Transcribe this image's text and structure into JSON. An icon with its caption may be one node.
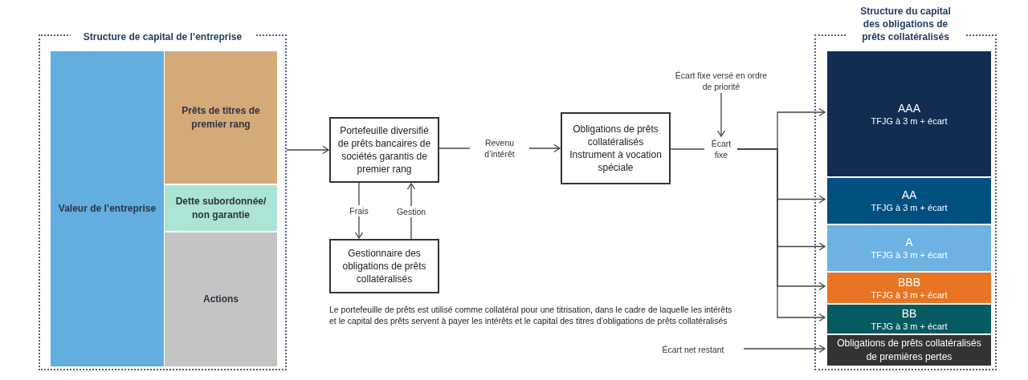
{
  "diagram": {
    "nodes": [
      {
        "text": [
          "Structure de capital de l’entreprise"
        ]
      },
      {
        "text": [
          "Valeur de l’entreprise"
        ],
        "in": 0
      },
      {
        "text": [
          "Prêts de titres de premier rang"
        ],
        "in": 0
      },
      {
        "text": [
          "Dette subordonnée/ non garantie"
        ],
        "in": 0
      },
      {
        "text": [
          "Actions"
        ],
        "in": 0
      },
      {
        "text": [
          "Portefeuille diversifié de prêts bancaires de sociétés garantis de premier rang"
        ]
      },
      {
        "text": [
          "Gestionnaire des obligations de prêts collatéralisés"
        ]
      },
      {
        "text": [
          "Obligations de prêts collatéralisés Instrument à vocation spéciale"
        ]
      },
      {
        "text": [
          "Écart fixe"
        ]
      },
      {
        "text": [
          "Écart fixe versé en ordre de priorité"
        ]
      },
      {
        "text": [
          "Structure du capital des obligations de prêts collatéralisés"
        ]
      },
      {
        "text": [
          "AAA",
          "TFJG à 3 m + écart"
        ],
        "in": 10
      },
      {
        "text": [
          "AA",
          "TFJG à 3 m + écart"
        ],
        "in": 10
      },
      {
        "text": [
          "A",
          "TFJG à 3 m + écart"
        ],
        "in": 10
      },
      {
        "text": [
          "BBB",
          "TFJG à 3 m + écart"
        ],
        "in": 10
      },
      {
        "text": [
          "BB",
          "TFJG à 3 m + écart"
        ],
        "in": 10
      },
      {
        "text": [
          "Obligations de prêts collatéralisés de premières pertes"
        ],
        "in": 10
      },
      {
        "text": [
          "Écart net restant"
        ]
      }
    ],
    "edges": [
      {
        "from": 0,
        "to": 5,
        "arrow": "to"
      },
      {
        "from": 5,
        "to": 7,
        "arrow": "to",
        "label": "Revenu d’intérêt"
      },
      {
        "from": 5,
        "to": 6,
        "arrow": "to",
        "label": "Frais"
      },
      {
        "from": 6,
        "to": 5,
        "arrow": "to",
        "label": "Gestion"
      },
      {
        "from": 7,
        "to": 8,
        "arrow": "none"
      },
      {
        "from": 9,
        "to": 8,
        "arrow": "to"
      },
      {
        "from": 8,
        "to": 11,
        "arrow": "to"
      },
      {
        "from": 8,
        "to": 12,
        "arrow": "to"
      },
      {
        "from": 8,
        "to": 13,
        "arrow": "to"
      },
      {
        "from": 8,
        "to": 14,
        "arrow": "to"
      },
      {
        "from": 8,
        "to": 15,
        "arrow": "to"
      },
      {
        "from": 17,
        "to": 16,
        "arrow": "to"
      }
    ],
    "labels": [
      "Le portefeuille de prêts est utilisé comme collatéral pour une titrisation, dans le cadre de laquelle les intérêts et le capital des prêts servent à payer les intérêts et le capital des titres d’obligations de prêts collatéralisés"
    ]
  }
}
